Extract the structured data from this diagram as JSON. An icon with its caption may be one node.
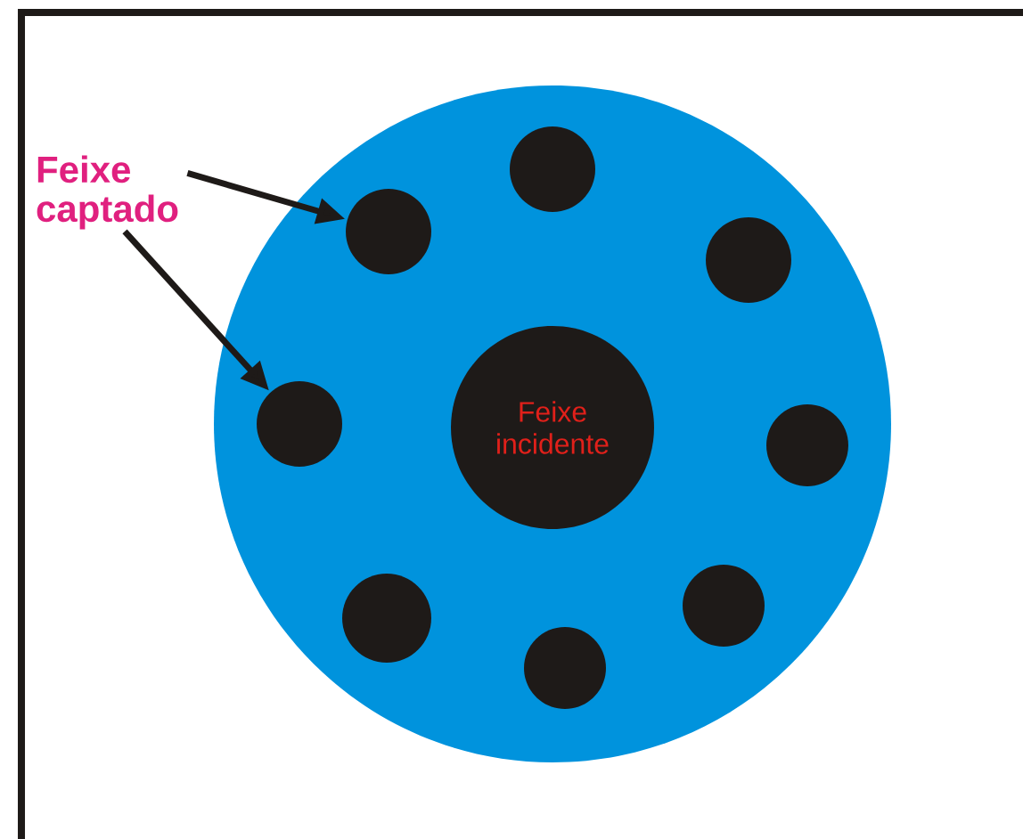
{
  "diagram": {
    "nodes": [
      {
        "text": [
          "Feixe captado"
        ]
      },
      {
        "text": [],
        "shape": "circle"
      },
      {
        "text": [
          "Feixe incidente"
        ],
        "in": 1
      },
      {
        "text": [],
        "shape": "circle",
        "in": 1
      },
      {
        "text": [],
        "shape": "circle",
        "in": 1
      },
      {
        "text": [],
        "shape": "circle",
        "in": 1
      },
      {
        "text": [],
        "shape": "circle",
        "in": 1
      },
      {
        "text": [],
        "shape": "circle",
        "in": 1
      },
      {
        "text": [],
        "shape": "circle",
        "in": 1
      },
      {
        "text": [],
        "shape": "circle",
        "in": 1
      },
      {
        "text": [],
        "shape": "circle",
        "in": 1
      }
    ],
    "edges": [
      {
        "from": 0,
        "to": 5,
        "arrow": "to"
      },
      {
        "from": 0,
        "to": 3,
        "arrow": "to"
      }
    ]
  }
}
